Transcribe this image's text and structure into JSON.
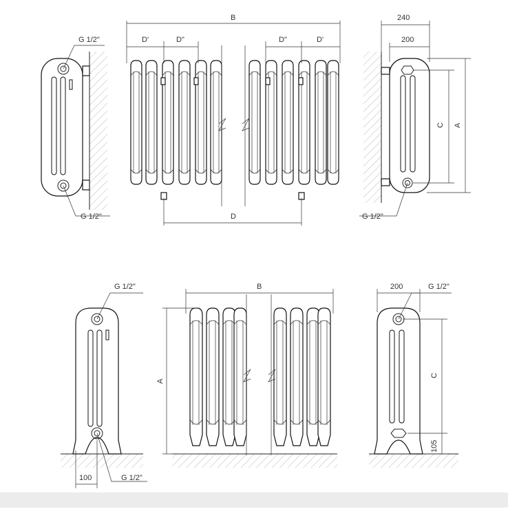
{
  "labels": {
    "B": "B",
    "D": "D",
    "D1": "D'",
    "D2": "D\"",
    "A": "A",
    "C": "C",
    "G": "G 1/2\"",
    "w240": "240",
    "w200": "200",
    "w100": "100",
    "h105": "105"
  },
  "colors": {
    "line": "#222222",
    "hatch": "#999999",
    "footer": "#ececec"
  }
}
